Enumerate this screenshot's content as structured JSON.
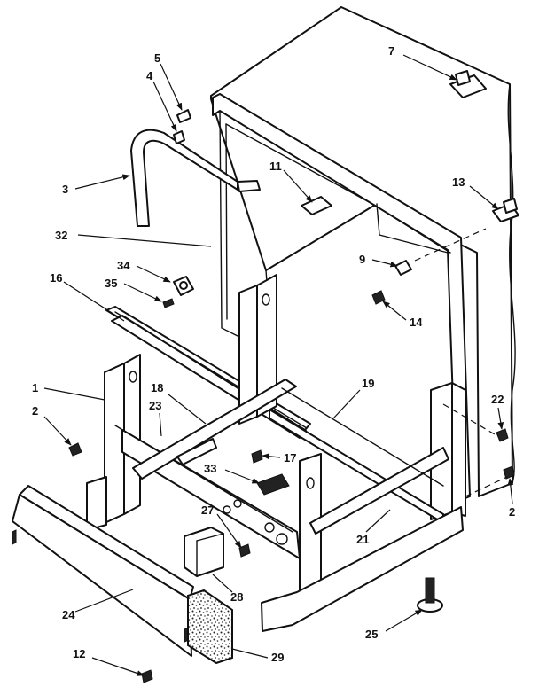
{
  "diagram": {
    "callouts": [
      {
        "id": "c5",
        "text": "5"
      },
      {
        "id": "c4",
        "text": "4"
      },
      {
        "id": "c7",
        "text": "7"
      },
      {
        "id": "c3",
        "text": "3"
      },
      {
        "id": "c11",
        "text": "11"
      },
      {
        "id": "c13",
        "text": "13"
      },
      {
        "id": "c32",
        "text": "32"
      },
      {
        "id": "c9",
        "text": "9"
      },
      {
        "id": "c34",
        "text": "34"
      },
      {
        "id": "c35",
        "text": "35"
      },
      {
        "id": "c16",
        "text": "16"
      },
      {
        "id": "c14",
        "text": "14"
      },
      {
        "id": "c1",
        "text": "1"
      },
      {
        "id": "c18",
        "text": "18"
      },
      {
        "id": "c19",
        "text": "19"
      },
      {
        "id": "c22",
        "text": "22"
      },
      {
        "id": "c2a",
        "text": "2"
      },
      {
        "id": "c23",
        "text": "23"
      },
      {
        "id": "c17",
        "text": "17"
      },
      {
        "id": "c33",
        "text": "33"
      },
      {
        "id": "c27",
        "text": "27"
      },
      {
        "id": "c2b",
        "text": "2"
      },
      {
        "id": "c21",
        "text": "21"
      },
      {
        "id": "c28",
        "text": "28"
      },
      {
        "id": "c24",
        "text": "24"
      },
      {
        "id": "c25",
        "text": "25"
      },
      {
        "id": "c12",
        "text": "12"
      },
      {
        "id": "c29",
        "text": "29"
      }
    ]
  }
}
